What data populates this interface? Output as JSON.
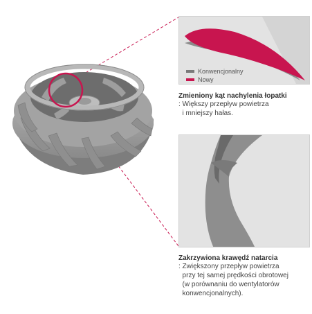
{
  "legend": {
    "items": [
      {
        "label": "Konwencjonalny",
        "color": "#7a7a7a"
      },
      {
        "label": "Nowy",
        "color": "#c8154f"
      }
    ]
  },
  "callouts": [
    {
      "title": "Zmieniony kąt nachylenia łopatki",
      "body": ": Większy przepływ powietrza\n  i mniejszy hałas."
    },
    {
      "title": "Zakrzywiona krawędź natarcia",
      "body": ": Zwiększony przepływ powietrza\n  przy tej samej prędkości obrotowej\n  (w porównaniu do wentylatorów\n  konwencjonalnych)."
    }
  ],
  "colors": {
    "accent": "#c8154f",
    "fan_body": "#9b9b9b",
    "fan_dark": "#6f6f6f",
    "panel_bg": "#e3e3e3"
  }
}
